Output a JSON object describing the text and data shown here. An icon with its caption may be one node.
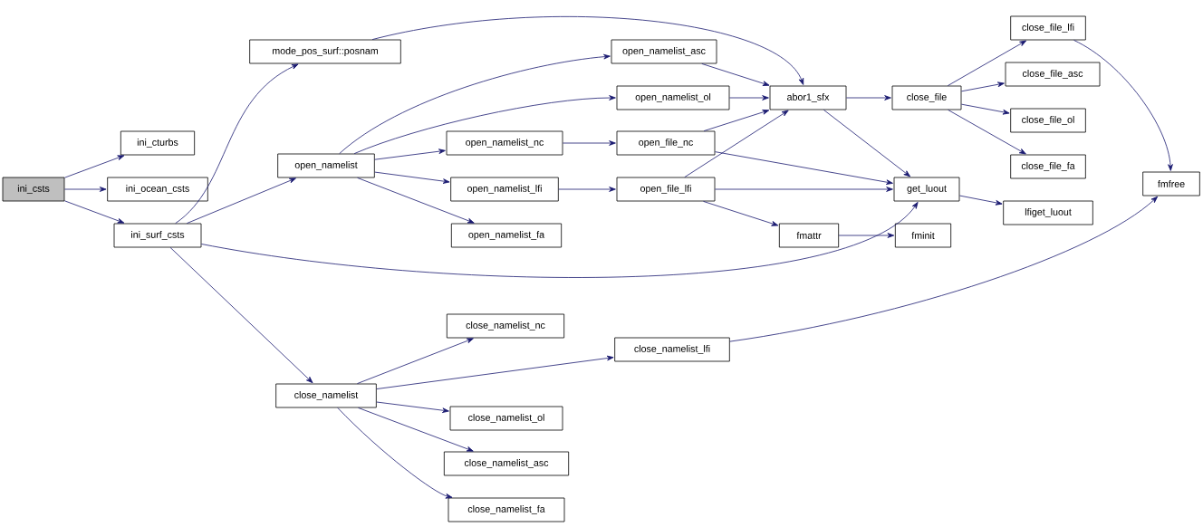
{
  "diagram": {
    "nodes": [
      {
        "text": [
          "ini_csts"
        ]
      },
      {
        "text": [
          "ini_cturbs"
        ]
      },
      {
        "text": [
          "ini_ocean_csts"
        ]
      },
      {
        "text": [
          "ini_surf_csts"
        ]
      },
      {
        "text": [
          "mode_pos_surf::posnam"
        ]
      },
      {
        "text": [
          "open_namelist"
        ]
      },
      {
        "text": [
          "close_namelist"
        ]
      },
      {
        "text": [
          "open_namelist_asc"
        ]
      },
      {
        "text": [
          "open_namelist_ol"
        ]
      },
      {
        "text": [
          "open_namelist_nc"
        ]
      },
      {
        "text": [
          "open_namelist_lfi"
        ]
      },
      {
        "text": [
          "open_namelist_fa"
        ]
      },
      {
        "text": [
          "open_file_nc"
        ]
      },
      {
        "text": [
          "open_file_lfi"
        ]
      },
      {
        "text": [
          "abor1_sfx"
        ]
      },
      {
        "text": [
          "fmattr"
        ]
      },
      {
        "text": [
          "close_file"
        ]
      },
      {
        "text": [
          "get_luout"
        ]
      },
      {
        "text": [
          "fminit"
        ]
      },
      {
        "text": [
          "close_file_lfi"
        ]
      },
      {
        "text": [
          "close_file_asc"
        ]
      },
      {
        "text": [
          "close_file_ol"
        ]
      },
      {
        "text": [
          "close_file_fa"
        ]
      },
      {
        "text": [
          "lfiget_luout"
        ]
      },
      {
        "text": [
          "fmfree"
        ]
      },
      {
        "text": [
          "close_namelist_nc"
        ]
      },
      {
        "text": [
          "close_namelist_lfi"
        ]
      },
      {
        "text": [
          "close_namelist_ol"
        ]
      },
      {
        "text": [
          "close_namelist_asc"
        ]
      },
      {
        "text": [
          "close_namelist_fa"
        ]
      }
    ],
    "edges": [
      {
        "from": 0,
        "to": 1,
        "arrow": "to"
      },
      {
        "from": 0,
        "to": 2,
        "arrow": "to"
      },
      {
        "from": 0,
        "to": 3,
        "arrow": "to"
      },
      {
        "from": 3,
        "to": 4,
        "arrow": "to"
      },
      {
        "from": 3,
        "to": 5,
        "arrow": "to"
      },
      {
        "from": 3,
        "to": 17,
        "arrow": "to"
      },
      {
        "from": 3,
        "to": 6,
        "arrow": "to"
      },
      {
        "from": 4,
        "to": 14,
        "arrow": "to"
      },
      {
        "from": 5,
        "to": 7,
        "arrow": "to"
      },
      {
        "from": 5,
        "to": 8,
        "arrow": "to"
      },
      {
        "from": 5,
        "to": 9,
        "arrow": "to"
      },
      {
        "from": 5,
        "to": 10,
        "arrow": "to"
      },
      {
        "from": 5,
        "to": 11,
        "arrow": "to"
      },
      {
        "from": 7,
        "to": 14,
        "arrow": "to"
      },
      {
        "from": 8,
        "to": 14,
        "arrow": "to"
      },
      {
        "from": 9,
        "to": 12,
        "arrow": "to"
      },
      {
        "from": 10,
        "to": 13,
        "arrow": "to"
      },
      {
        "from": 12,
        "to": 14,
        "arrow": "to"
      },
      {
        "from": 12,
        "to": 17,
        "arrow": "to"
      },
      {
        "from": 13,
        "to": 14,
        "arrow": "to"
      },
      {
        "from": 13,
        "to": 17,
        "arrow": "to"
      },
      {
        "from": 13,
        "to": 15,
        "arrow": "to"
      },
      {
        "from": 14,
        "to": 16,
        "arrow": "to"
      },
      {
        "from": 14,
        "to": 17,
        "arrow": "to"
      },
      {
        "from": 15,
        "to": 18,
        "arrow": "to"
      },
      {
        "from": 16,
        "to": 19,
        "arrow": "to"
      },
      {
        "from": 16,
        "to": 20,
        "arrow": "to"
      },
      {
        "from": 16,
        "to": 21,
        "arrow": "to"
      },
      {
        "from": 16,
        "to": 22,
        "arrow": "to"
      },
      {
        "from": 17,
        "to": 23,
        "arrow": "to"
      },
      {
        "from": 19,
        "to": 24,
        "arrow": "to"
      },
      {
        "from": 6,
        "to": 25,
        "arrow": "to"
      },
      {
        "from": 6,
        "to": 26,
        "arrow": "to"
      },
      {
        "from": 6,
        "to": 27,
        "arrow": "to"
      },
      {
        "from": 6,
        "to": 28,
        "arrow": "to"
      },
      {
        "from": 6,
        "to": 29,
        "arrow": "to"
      },
      {
        "from": 26,
        "to": 24,
        "arrow": "to"
      }
    ]
  }
}
